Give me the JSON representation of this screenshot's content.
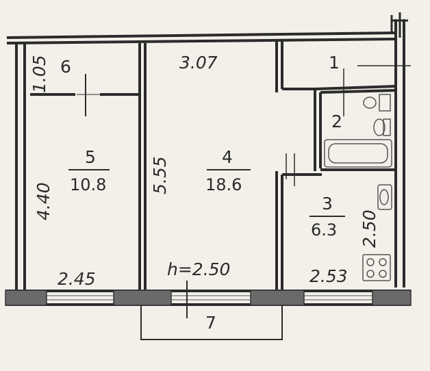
{
  "rooms": {
    "r1": {
      "number": "1"
    },
    "r2": {
      "number": "2"
    },
    "r3": {
      "number": "3",
      "area": "6.3"
    },
    "r4": {
      "number": "4",
      "area": "18.6"
    },
    "r5": {
      "number": "5",
      "area": "10.8"
    },
    "r6": {
      "number": "6"
    },
    "r7": {
      "number": "7"
    }
  },
  "dimensions": {
    "width_top": "3.07",
    "pantry_height": "1.05",
    "room5_length": "4.40",
    "room4_length": "5.55",
    "kitchen_length": "2.50",
    "room5_width": "2.45",
    "kitchen_width": "2.53",
    "ceiling_height": "h=2.50"
  },
  "colors": {
    "paper": "#f3f0ea",
    "wall": "#2b2b2b",
    "window_block": "#6a6a6a",
    "fixture": "#555555"
  }
}
